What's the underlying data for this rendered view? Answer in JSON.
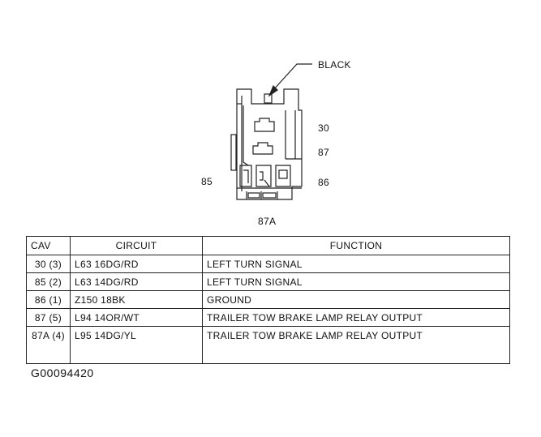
{
  "connector": {
    "color_label": "BLACK",
    "cavity_labels": {
      "c30": "30",
      "c87": "87",
      "c85": "85",
      "c86": "86",
      "c87a": "87A"
    }
  },
  "table": {
    "headers": {
      "cav": "CAV",
      "circuit": "CIRCUIT",
      "function": "FUNCTION"
    },
    "rows": [
      {
        "cav": "30 (3)",
        "circuit": "L63 16DG/RD",
        "function": "LEFT TURN SIGNAL"
      },
      {
        "cav": "85 (2)",
        "circuit": "L63 14DG/RD",
        "function": "LEFT TURN SIGNAL"
      },
      {
        "cav": "86 (1)",
        "circuit": "Z150 18BK",
        "function": "GROUND"
      },
      {
        "cav": "87 (5)",
        "circuit": "L94 14OR/WT",
        "function": "TRAILER TOW BRAKE LAMP RELAY OUTPUT"
      },
      {
        "cav": "87A (4)",
        "circuit": "L95 14DG/YL",
        "function": "TRAILER TOW BRAKE LAMP RELAY OUTPUT"
      }
    ]
  },
  "figure_id": "G00094420"
}
